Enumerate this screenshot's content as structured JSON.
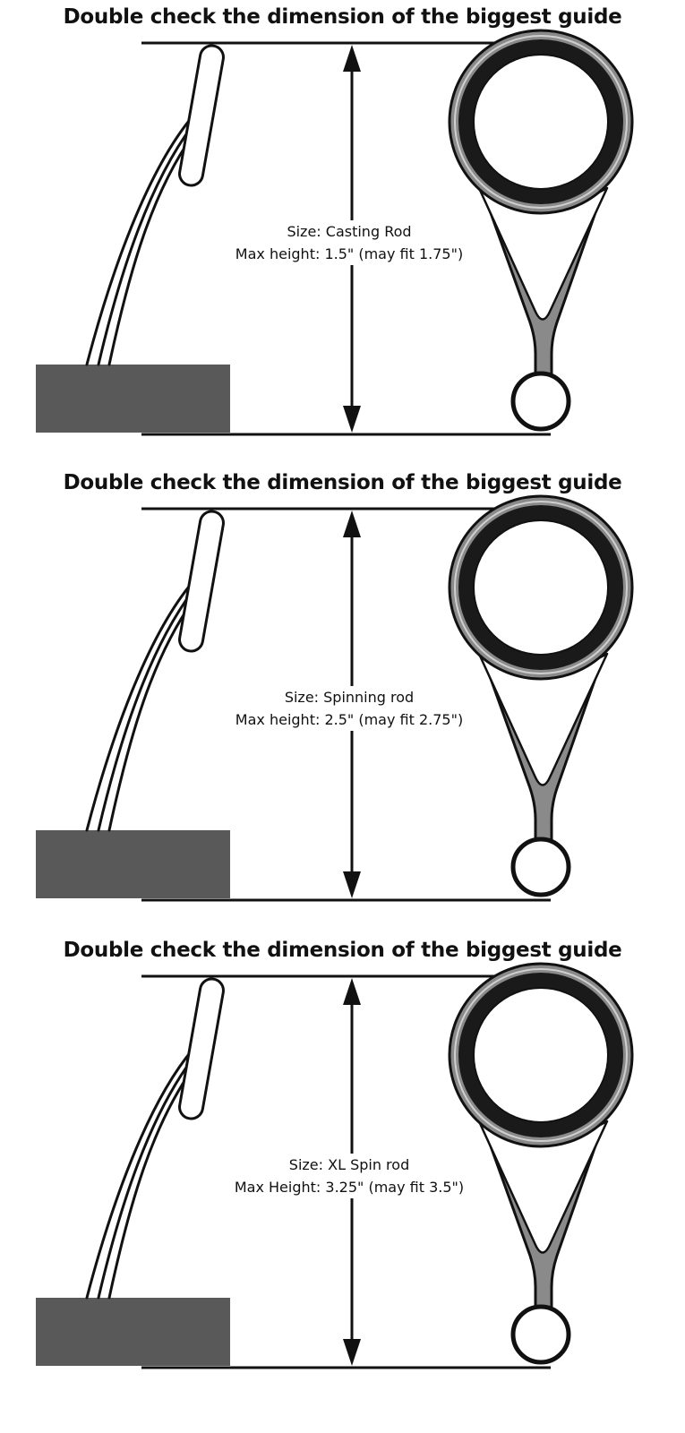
{
  "panels": [
    {
      "title": "Double check the dimension of the biggest guide",
      "size_text": "Size: Casting Rod",
      "max_height_text": "Max height: 1.5\" (may fit 1.75\")"
    },
    {
      "title": "Double check the dimension of the biggest guide",
      "size_text": "Size: Spinning rod",
      "max_height_text": "Max height: 2.5\" (may fit 2.75\")"
    },
    {
      "title": "Double check the dimension of the biggest guide",
      "size_text": "Size: XL Spin rod",
      "max_height_text": "Max Height: 3.25\" (may fit 3.5\")"
    }
  ],
  "colors": {
    "ink": "#111111",
    "blank_block": "#595959",
    "frame_gray": "#8a8a8a",
    "ring_black": "#1a1a1a"
  }
}
